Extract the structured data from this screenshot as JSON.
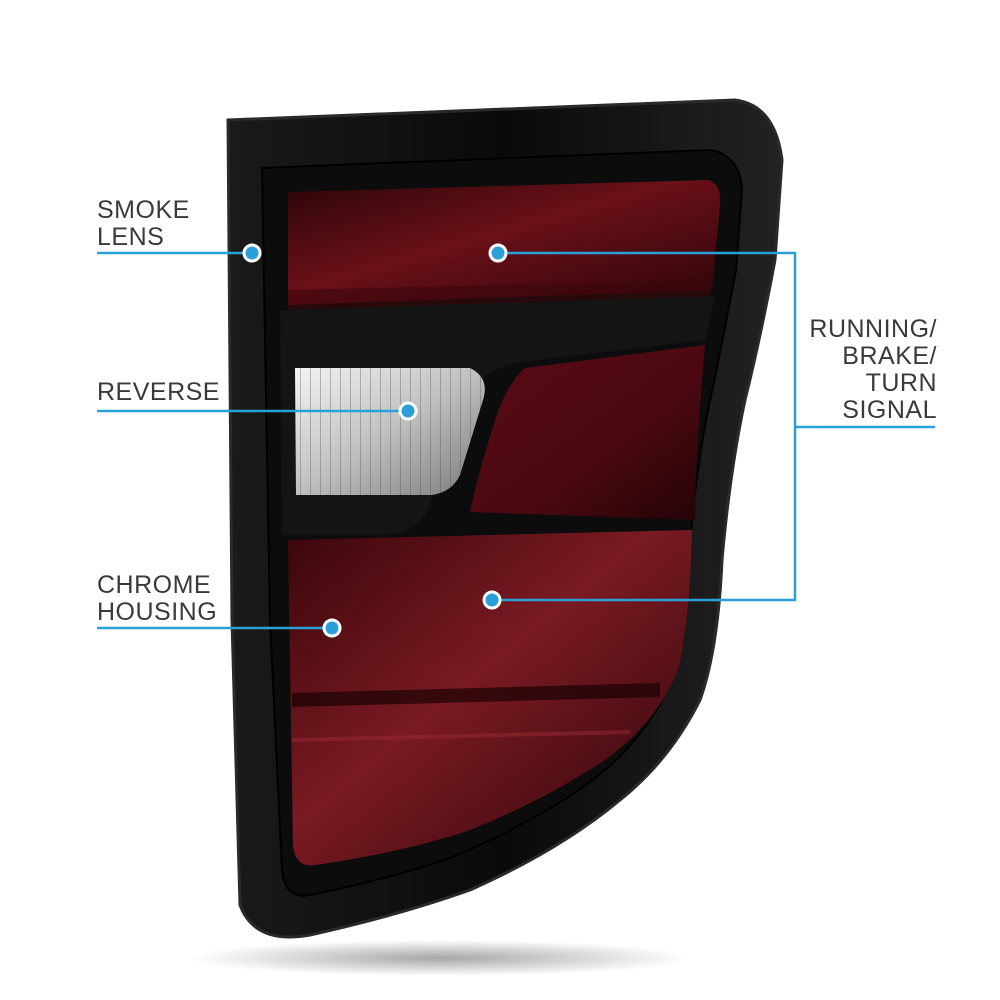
{
  "colors": {
    "callout": "#2a9fd8",
    "housing": "#111111",
    "lens_red": "#5a0d14",
    "lens_clear": "#e8e8e8"
  },
  "labels": {
    "smoke_lens": [
      "SMOKE",
      "LENS"
    ],
    "reverse": [
      "REVERSE"
    ],
    "chrome_housing": [
      "CHROME",
      "HOUSING"
    ],
    "running": [
      "RUNNING/",
      "BRAKE/",
      "TURN",
      "SIGNAL"
    ]
  },
  "product": {
    "type": "tail-light"
  }
}
